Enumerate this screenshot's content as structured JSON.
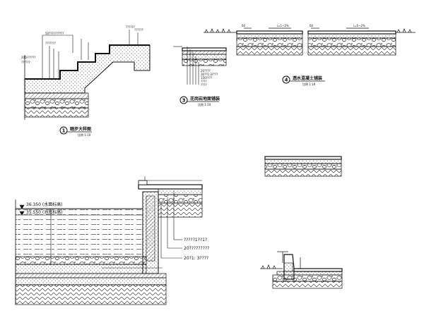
{
  "details": [
    {
      "number": "1",
      "title": "踏步大样图",
      "scale": "比例 1:10",
      "callouts": [
        "50??????????",
        "???????",
        "200??????",
        "??????",
        "??????",
        "??????"
      ]
    },
    {
      "number": "3",
      "title": "花岗岩地面铺装",
      "scale": "比例 1:10",
      "callouts": [
        "20????",
        "30??1:3????",
        "150????",
        "????",
        "????"
      ]
    },
    {
      "number": "4",
      "title": "透水混凝土铺装",
      "scale": "比例 1:10",
      "slope_left": "i=1~2%",
      "slope_right": "i=1~2%",
      "dim_left": "60",
      "dim_right": "60"
    }
  ],
  "pool_section": {
    "water_level": "36.350 (水面标高)",
    "bottom_level": "35.550 (池底标高)",
    "callouts": [
      "?????1??1?",
      "20?????????",
      "20?1: 3????"
    ]
  },
  "colors": {
    "line": "#111111",
    "paper": "#ffffff"
  }
}
